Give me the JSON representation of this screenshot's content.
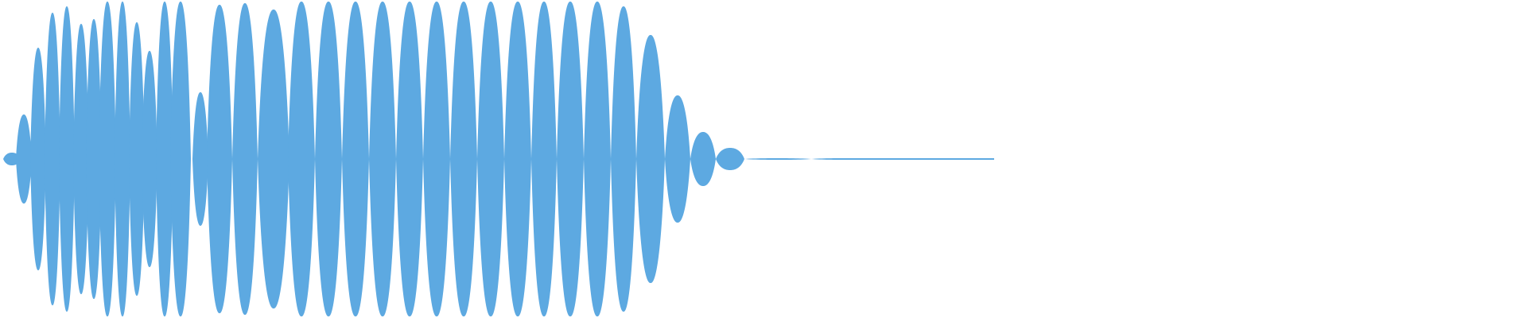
{
  "waveform": {
    "color": "#5DA9E1",
    "background": "#ffffff",
    "cycles": [
      {
        "amplitude": 0.04
      },
      {
        "amplitude": 0.28
      },
      {
        "amplitude": 0.7
      },
      {
        "amplitude": 0.92
      },
      {
        "amplitude": 0.96
      },
      {
        "amplitude": 0.85
      },
      {
        "amplitude": 0.88
      },
      {
        "amplitude": 0.99
      },
      {
        "amplitude": 0.99
      },
      {
        "amplitude": 0.86
      },
      {
        "amplitude": 0.68
      },
      {
        "amplitude": 0.99
      },
      {
        "amplitude": 0.99
      },
      {
        "amplitude": 0.42
      },
      {
        "amplitude": 0.97
      },
      {
        "amplitude": 0.98
      },
      {
        "amplitude": 0.94
      },
      {
        "amplitude": 0.99
      },
      {
        "amplitude": 0.99
      },
      {
        "amplitude": 0.99
      },
      {
        "amplitude": 0.99
      },
      {
        "amplitude": 0.99
      },
      {
        "amplitude": 0.99
      },
      {
        "amplitude": 0.99
      },
      {
        "amplitude": 0.99
      },
      {
        "amplitude": 0.99
      },
      {
        "amplitude": 0.99
      },
      {
        "amplitude": 0.99
      },
      {
        "amplitude": 0.99
      },
      {
        "amplitude": 0.96
      },
      {
        "amplitude": 0.78
      },
      {
        "amplitude": 0.4
      },
      {
        "amplitude": 0.17
      },
      {
        "amplitude": 0.07
      },
      {
        "amplitude": 0.005
      },
      {
        "amplitude": 0.005
      },
      {
        "amplitude": 0.005
      },
      {
        "amplitude": 0.005
      },
      {
        "amplitude": 0.005
      }
    ]
  }
}
